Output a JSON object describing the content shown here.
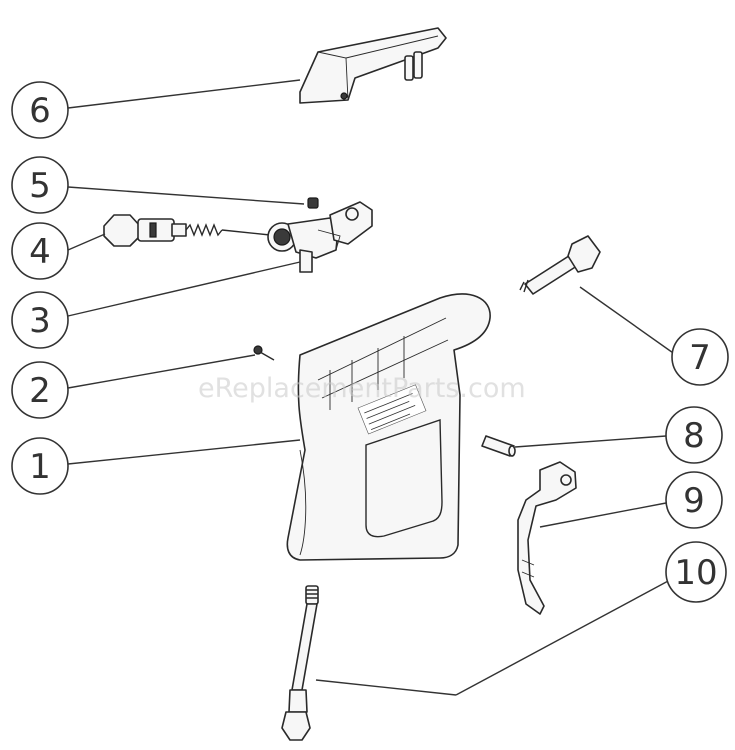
{
  "watermark": "eReplacementParts.com",
  "callouts": [
    {
      "number": "1"
    },
    {
      "number": "2"
    },
    {
      "number": "3"
    },
    {
      "number": "4"
    },
    {
      "number": "5"
    },
    {
      "number": "6"
    },
    {
      "number": "7"
    },
    {
      "number": "8"
    },
    {
      "number": "9"
    },
    {
      "number": "10"
    }
  ]
}
